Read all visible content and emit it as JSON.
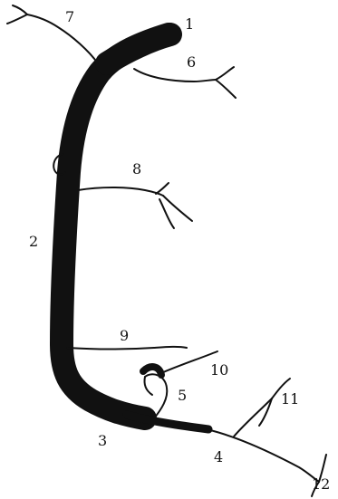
{
  "diagram": {
    "labels": {
      "l1": "1",
      "l2": "2",
      "l3": "3",
      "l4": "4",
      "l5": "5",
      "l6": "6",
      "l7": "7",
      "l8": "8",
      "l9": "9",
      "l10": "10",
      "l11": "11",
      "l12": "12"
    },
    "colors": {
      "ink": "#111111",
      "background": "#ffffff"
    }
  }
}
